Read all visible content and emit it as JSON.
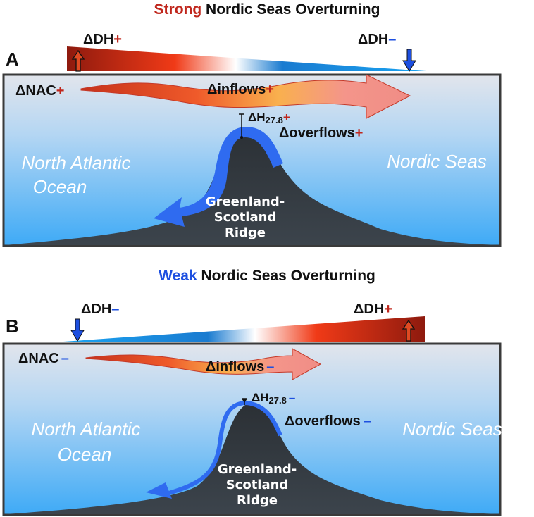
{
  "colors": {
    "red": "#c0271d",
    "blue": "#1d4fe0",
    "ridge": "#2f353b",
    "ocean_top": "#dfe3ea",
    "ocean_bottom": "#45aef5",
    "overflow_blue": "#2f6bf0"
  },
  "panels": [
    {
      "letter": "A",
      "title_strength": "Strong",
      "title_rest": " Nordic Seas Overturning",
      "title_strength_color": "#c0271d",
      "dh_left": {
        "label": "ΔDH",
        "sign": "+"
      },
      "dh_right": {
        "label": "ΔDH",
        "sign": "–"
      },
      "nac": {
        "label": "ΔNAC",
        "sign": "+"
      },
      "inflows": {
        "label": "Δinflows",
        "sign": "+"
      },
      "h278": {
        "label": "ΔH",
        "subscript": "27.8",
        "sign": "+"
      },
      "overflows": {
        "label": "Δoverflows",
        "sign": "+"
      },
      "region_left": [
        "North Atlantic",
        "Ocean"
      ],
      "region_right": "Nordic Seas",
      "ridge": [
        "Greenland-",
        "Scotland",
        "Ridge"
      ]
    },
    {
      "letter": "B",
      "title_strength": "Weak",
      "title_rest": " Nordic Seas Overturning",
      "title_strength_color": "#1d4fe0",
      "dh_left": {
        "label": "ΔDH",
        "sign": "–"
      },
      "dh_right": {
        "label": "ΔDH",
        "sign": "+"
      },
      "nac": {
        "label": "ΔNAC",
        "sign": "–"
      },
      "inflows": {
        "label": "Δinflows",
        "sign": "–"
      },
      "h278": {
        "label": "ΔH",
        "subscript": "27.8",
        "sign": "–"
      },
      "overflows": {
        "label": "Δoverflows",
        "sign": "–"
      },
      "region_left": [
        "North Atlantic",
        "Ocean"
      ],
      "region_right": "Nordic Seas",
      "ridge": [
        "Greenland-",
        "Scotland",
        "Ridge"
      ]
    }
  ]
}
